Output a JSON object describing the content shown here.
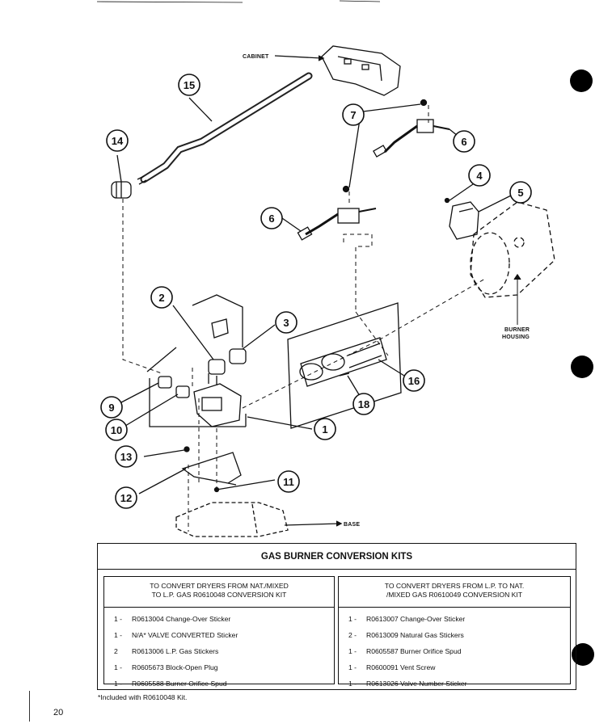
{
  "diagram": {
    "labels": {
      "cabinet": "CABINET",
      "burner_housing_1": "BURNER",
      "burner_housing_2": "HOUSING",
      "base": "BASE"
    },
    "callouts": [
      "15",
      "14",
      "7",
      "6",
      "6",
      "4",
      "5",
      "2",
      "3",
      "16",
      "18",
      "9",
      "10",
      "1",
      "13",
      "11",
      "12"
    ]
  },
  "kit_table": {
    "title": "GAS BURNER CONVERSION KITS",
    "left": {
      "heading_line1": "TO CONVERT DRYERS FROM  NAT./MIXED",
      "heading_line2": "TO L.P. GAS R0610048 CONVERSION KIT",
      "items": [
        {
          "qty": "1 -",
          "desc": "R0613004  Change-Over Sticker"
        },
        {
          "qty": "1 -",
          "desc": "N/A*  VALVE CONVERTED Sticker"
        },
        {
          "qty": "2",
          "desc": "R0613006  L.P.  Gas Stickers"
        },
        {
          "qty": "1 -",
          "desc": "R0605673  Block-Open Plug"
        },
        {
          "qty": "1 -",
          "desc": "R0605588 Burner Orifice Spud"
        }
      ]
    },
    "right": {
      "heading_line1": "TO CONVERT DRYERS FROM L.P. TO NAT.",
      "heading_line2": "/MIXED GAS R0610049 CONVERSION KIT",
      "items": [
        {
          "qty": "1 -",
          "desc": "R0613007 Change-Over Sticker"
        },
        {
          "qty": "2 -",
          "desc": "R0613009 Natural Gas Stickers"
        },
        {
          "qty": "1 -",
          "desc": "R0605587 Burner Orifice Spud"
        },
        {
          "qty": "1 -",
          "desc": "R0600091 Vent Screw"
        },
        {
          "qty": "1 -",
          "desc": "R0613026 Valve Number Sticker"
        }
      ]
    },
    "footnote": "*Included with R0610048 Kit."
  },
  "page_number": "20"
}
